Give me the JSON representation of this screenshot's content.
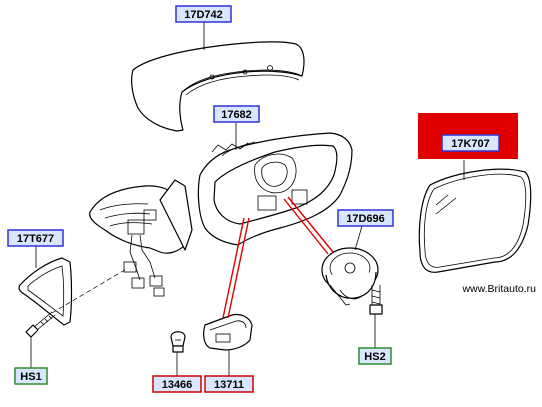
{
  "colors": {
    "label_blue": "#3232d2",
    "label_green": "#2e8b2e",
    "label_red": "#d00000",
    "highlight_fill": "#e00000",
    "line_red": "#e00000",
    "label_bg": "#d8e6ff"
  },
  "labels": [
    {
      "id": "17D742",
      "text": "17D742",
      "style": "blue"
    },
    {
      "id": "17682",
      "text": "17682",
      "style": "blue"
    },
    {
      "id": "17K707",
      "text": "17K707",
      "style": "highlight"
    },
    {
      "id": "17T677",
      "text": "17T677",
      "style": "blue"
    },
    {
      "id": "17D696",
      "text": "17D696",
      "style": "blue"
    },
    {
      "id": "HS1",
      "text": "HS1",
      "style": "green"
    },
    {
      "id": "HS2",
      "text": "HS2",
      "style": "green"
    },
    {
      "id": "13466",
      "text": "13466",
      "style": "red"
    },
    {
      "id": "13711",
      "text": "13711",
      "style": "red"
    }
  ],
  "watermark": "www.Britauto.ru"
}
